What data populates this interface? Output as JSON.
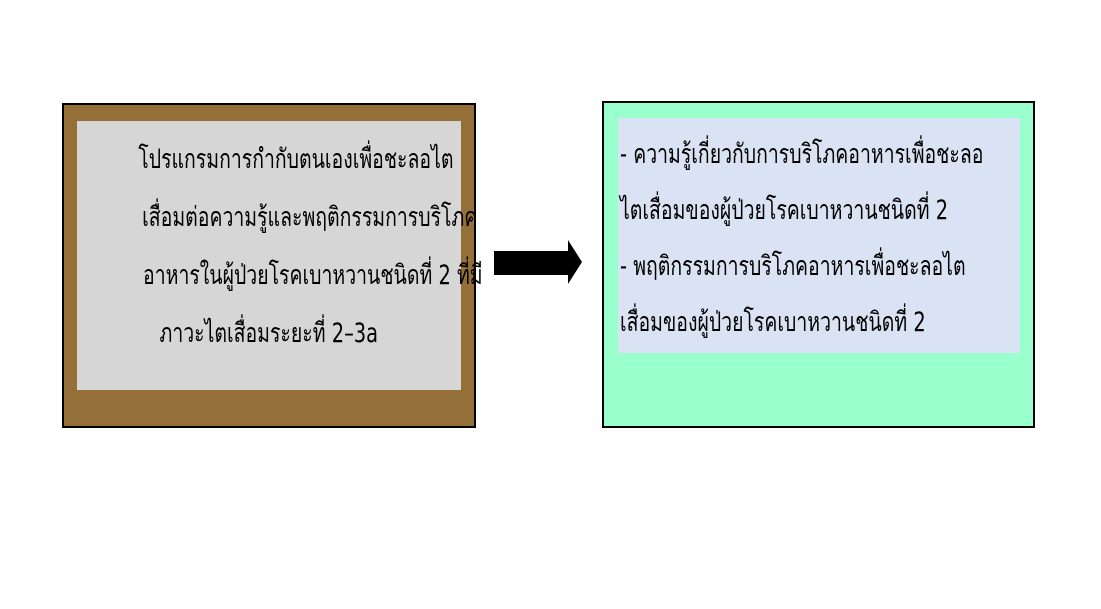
{
  "left_box": {
    "lines": [
      "โปรแกรมการกำกับตนเองเพื่อชะลอไต",
      "เสื่อมต่อความรู้และพฤติกรรมการบริโภค",
      "อาหารในผู้ป่วยโรคเบาหวานชนิดที่ 2 ที่มี",
      "ภาวะไตเสื่อมระยะที่ 2–3a"
    ],
    "colors": {
      "frame": "#946F37",
      "panel": "#D6D6D6"
    }
  },
  "right_box": {
    "lines": [
      "- ความรู้เกี่ยวกับการบริโภคอาหารเพื่อชะลอ",
      "ไตเสื่อมของผู้ป่วยโรคเบาหวานชนิดที่ 2",
      "- พฤติกรรมการบริโภคอาหารเพื่อชะลอไต",
      "เสื่อมของผู้ป่วยโรคเบาหวานชนิดที่ 2"
    ],
    "colors": {
      "frame": "#99FFCC",
      "panel": "#DAE3F3"
    }
  },
  "arrow": {
    "icon": "arrow-right-icon"
  }
}
